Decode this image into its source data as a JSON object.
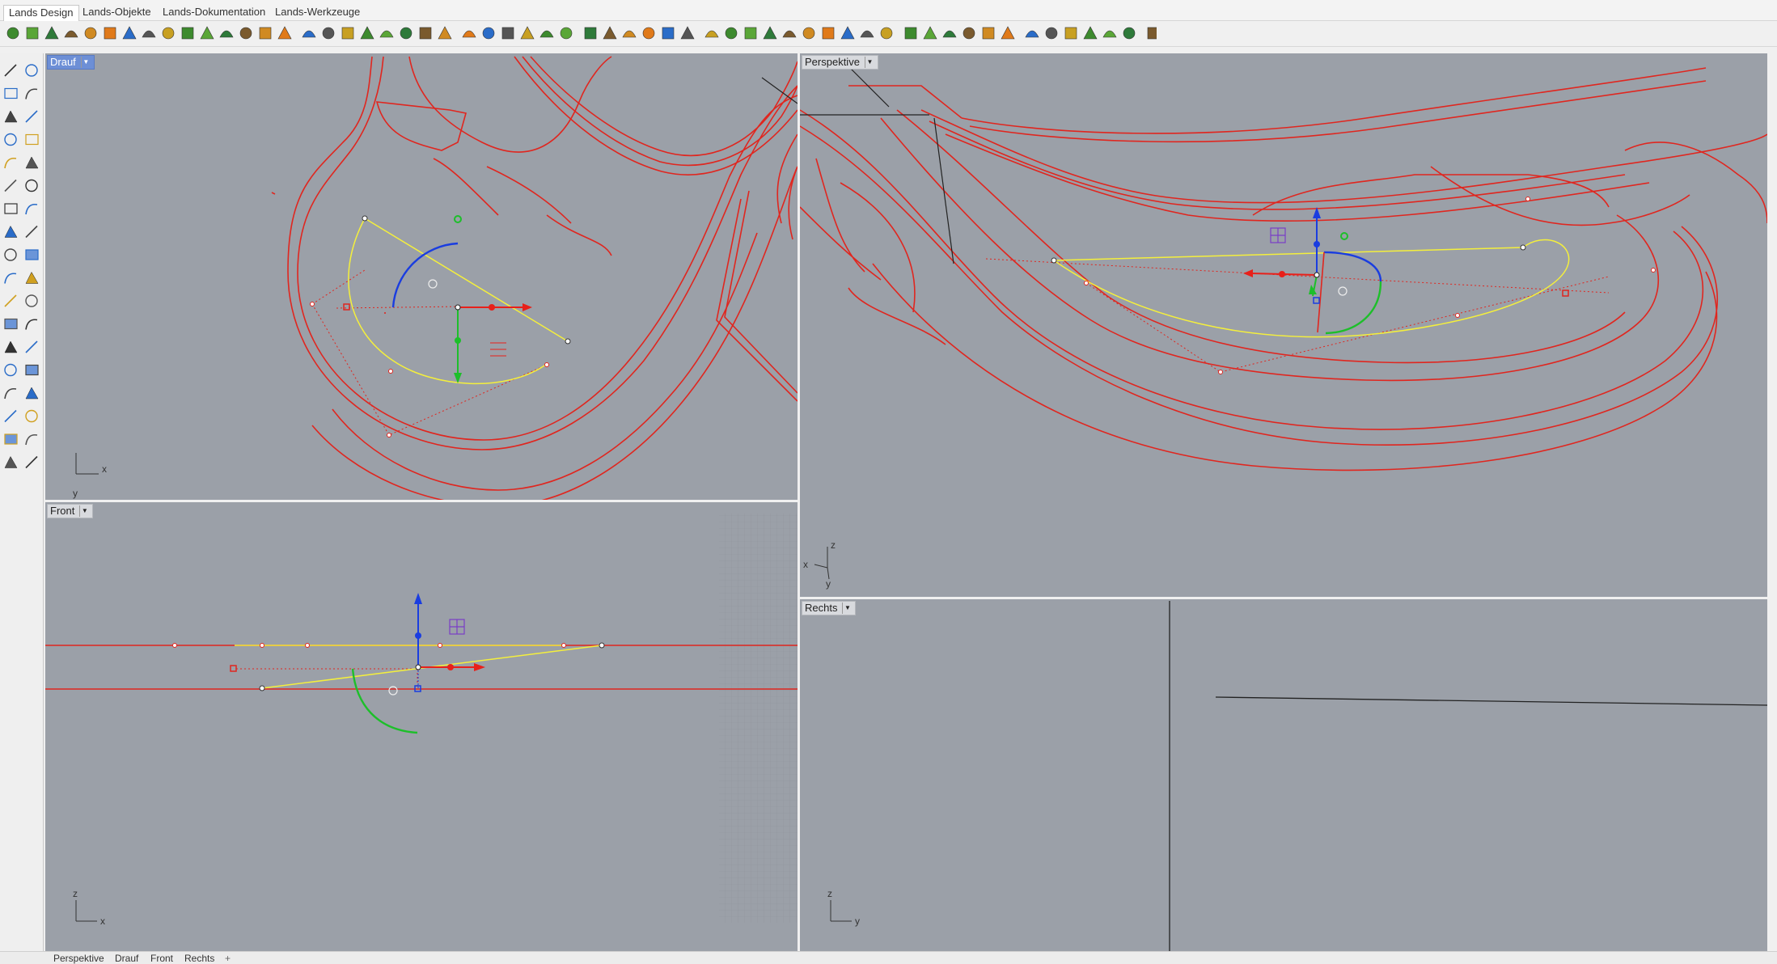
{
  "ribbon_tabs": [
    "Lands Design",
    "Lands-Objekte",
    "Lands-Dokumentation",
    "Lands-Werkzeuge"
  ],
  "viewports": {
    "top": {
      "label": "Drauf",
      "axis_h": "x",
      "axis_v": "y"
    },
    "perspective": {
      "label": "Perspektive",
      "axis_h": "x",
      "axis_v": "z",
      "axis_d": "y"
    },
    "front": {
      "label": "Front",
      "axis_h": "x",
      "axis_v": "z"
    },
    "right": {
      "label": "Rechts",
      "axis_h": "y",
      "axis_v": "z"
    }
  },
  "bottom_tabs": [
    "Perspektive",
    "Drauf",
    "Front",
    "Rechts"
  ],
  "add_tab_symbol": "+",
  "colors": {
    "viewport_bg": "#9ba0a8",
    "curve_red": "#e0261f",
    "selected_yellow": "#f4ef3c",
    "gumball_x": "#e8201a",
    "gumball_y": "#1dbf2a",
    "gumball_z": "#1a3de0",
    "active_label": "#6d8fd6"
  }
}
